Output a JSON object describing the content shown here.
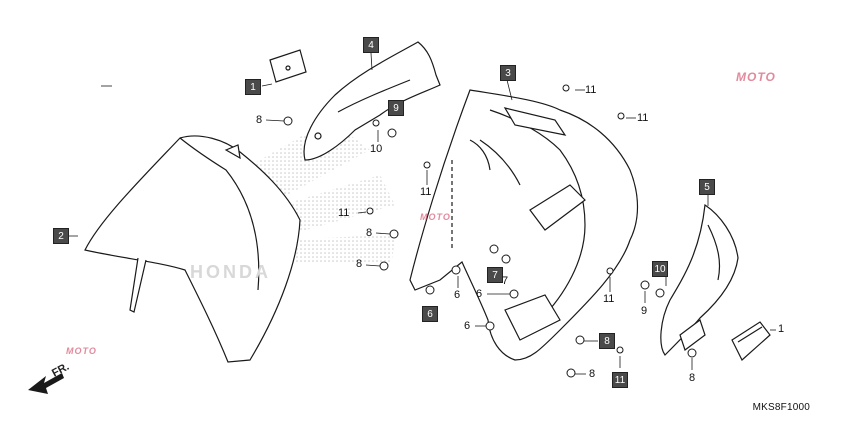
{
  "diagram": {
    "part_callouts": [
      {
        "id": "c1-left",
        "label": "1"
      },
      {
        "id": "c1-right",
        "label": "1"
      },
      {
        "id": "c2",
        "label": "2"
      },
      {
        "id": "c3",
        "label": "3"
      },
      {
        "id": "c4",
        "label": "4"
      },
      {
        "id": "c5",
        "label": "5"
      },
      {
        "id": "c6a",
        "label": "6"
      },
      {
        "id": "c6b",
        "label": "6"
      },
      {
        "id": "c6c",
        "label": "6"
      },
      {
        "id": "c6d",
        "label": "6"
      },
      {
        "id": "c7a",
        "label": "7"
      },
      {
        "id": "c7b",
        "label": "7"
      },
      {
        "id": "c8a",
        "label": "8"
      },
      {
        "id": "c8b",
        "label": "8"
      },
      {
        "id": "c8c",
        "label": "8"
      },
      {
        "id": "c8d",
        "label": "8"
      },
      {
        "id": "c8e",
        "label": "8"
      },
      {
        "id": "c8f",
        "label": "8"
      },
      {
        "id": "c9a",
        "label": "9"
      },
      {
        "id": "c9b",
        "label": "9"
      },
      {
        "id": "c10a",
        "label": "10"
      },
      {
        "id": "c10b",
        "label": "10"
      },
      {
        "id": "c11a",
        "label": "11"
      },
      {
        "id": "c11b",
        "label": "11"
      },
      {
        "id": "c11c",
        "label": "11"
      },
      {
        "id": "c11d",
        "label": "11"
      },
      {
        "id": "c11e",
        "label": "11"
      },
      {
        "id": "c11f",
        "label": "11"
      }
    ],
    "direction_label": "FR.",
    "diagram_code": "MKS8F1000",
    "watermark_text": "MOTO",
    "brand_wordmark": "HONDA"
  },
  "colors": {
    "line": "#1a1a1a",
    "box_fill": "#4a4a4a",
    "watermark": "#d34b6a",
    "dots": "#c8c8c8"
  }
}
